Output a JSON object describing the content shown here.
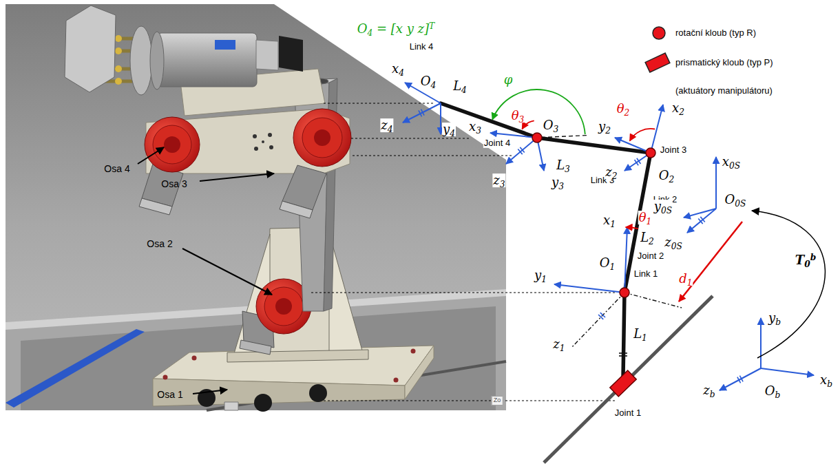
{
  "diagram": {
    "labels": [
      "O4 = [x y z]T",
      "Link 4",
      "x4",
      "O4",
      "L4",
      "φ",
      "θ2",
      "x2",
      "y2",
      "θ3",
      "z4",
      "y4",
      "x3",
      "Joint 4",
      "O3",
      "Joint 3",
      "x0S",
      "z3",
      "y3",
      "L3",
      "Link 3",
      "O2",
      "z2",
      "Link 2",
      "y0S",
      "O0S",
      "z0S",
      "x1",
      "θ1",
      "d1",
      "y1",
      "O1",
      "L2",
      "Joint 2",
      "Link 1",
      "T0b",
      "yb",
      "z1",
      "L1",
      "xb",
      "zb",
      "Ob",
      "Joint 1",
      "Osa 4",
      "Osa 3",
      "Osa 2",
      "Osa 1",
      "Zo",
      "(aktuátory manipulátoru)"
    ],
    "legend": [
      {
        "text": "rotační kloub (typ R)",
        "color": "#e8141b"
      },
      {
        "text": "prismatický kloub (typ P)",
        "color": "#e8141b"
      }
    ]
  }
}
